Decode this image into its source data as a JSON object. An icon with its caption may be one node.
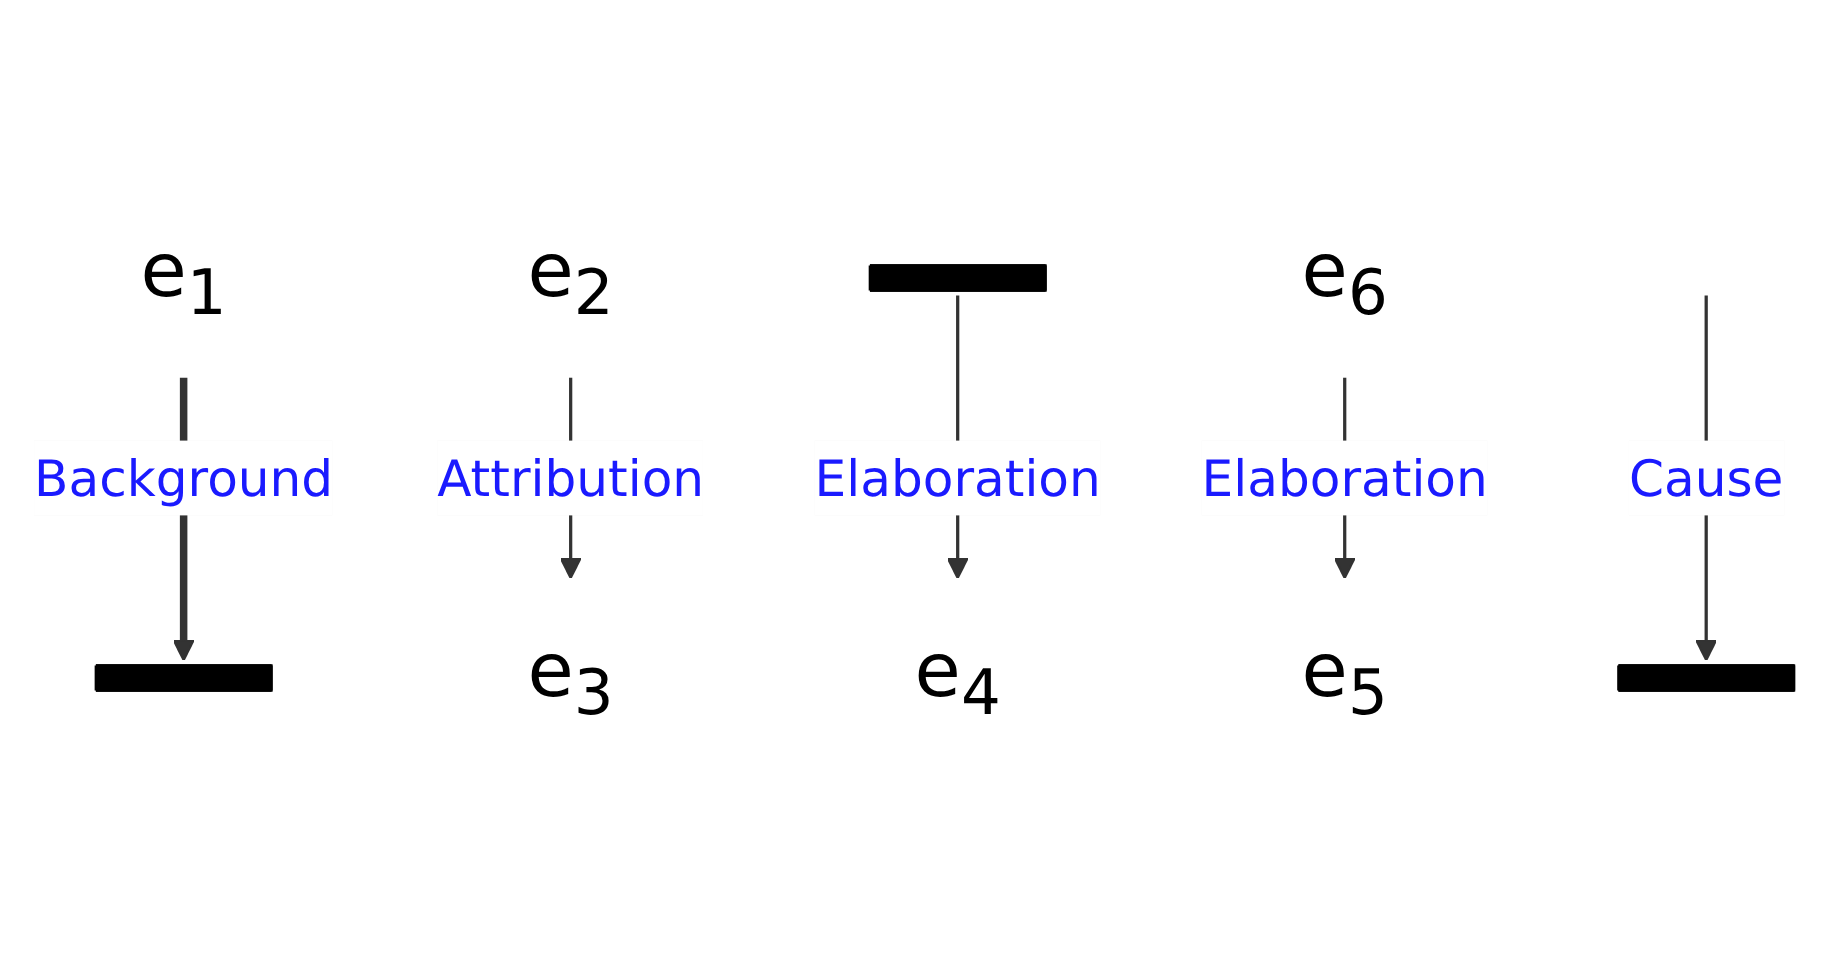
{
  "diagram": {
    "nodes": [
      {
        "text": [
          "e$_{1}$"
        ]
      },
      {
        "text": [],
        "shape": "bar"
      },
      {
        "text": [],
        "shape": "bar"
      },
      {
        "text": [
          "e$_{2}$"
        ]
      },
      {
        "text": [
          "e$_{3}$"
        ]
      },
      {
        "text": [
          "e$_{4}$"
        ]
      },
      {
        "text": [],
        "shape": "bar"
      },
      {
        "text": [
          "e$_{5}$"
        ]
      },
      {
        "text": [
          "e$_{6}$"
        ]
      }
    ],
    "edges": [
      {
        "from": 0,
        "to": 1,
        "arrow": "to",
        "label": "Background",
        "style": "thick"
      },
      {
        "from": null,
        "to": 2,
        "arrow": "to",
        "label": "Cause"
      },
      {
        "from": 3,
        "to": 4,
        "arrow": "to",
        "label": "Attribution"
      },
      {
        "from": 6,
        "to": 5,
        "arrow": "to",
        "label": "Elaboration"
      },
      {
        "from": 8,
        "to": 7,
        "arrow": "to",
        "label": "Elaboration"
      }
    ]
  }
}
